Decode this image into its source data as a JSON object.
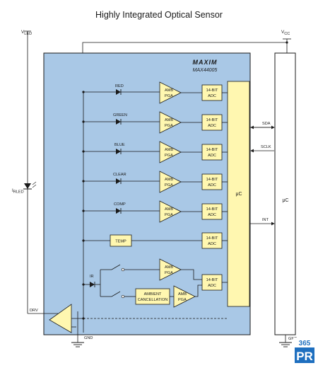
{
  "title": "Highly Integrated Optical Sensor",
  "brand": "MAXIM",
  "part_number": "MAX44005",
  "power": {
    "vled": "V",
    "vled_sub": "LED",
    "vcc": "V",
    "vcc_sub": "CC",
    "iled": "I",
    "iled_sub": "RLED"
  },
  "channels": [
    {
      "name": "RED"
    },
    {
      "name": "GREEN"
    },
    {
      "name": "BLUE"
    },
    {
      "name": "CLEAR"
    },
    {
      "name": "COMP"
    }
  ],
  "amp_label_1": "AMB",
  "amp_label_2": "PGA",
  "adc_label_1": "14-BIT",
  "adc_label_2": "ADC",
  "temp": "TEMP",
  "ir": "IR",
  "ambient_cancel_1": "AMBIENT",
  "ambient_cancel_2": "CANCELLATION",
  "processor": "μC",
  "host": "μC",
  "signals": {
    "sda": "SDA",
    "sclk": "SCLK",
    "int": "INT"
  },
  "drv": "DRV",
  "gnd_left": "GND",
  "gnd_right": "GND",
  "watermark": {
    "line1": "365",
    "line2": "PR"
  },
  "colors": {
    "chip_fill": "#a9c8e6",
    "amp_fill": "#fff7b0",
    "adc_fill": "#fff7b0",
    "uc_fill": "#fff7b0",
    "wire": "#1a1a1a",
    "watermark": "#1e6fbf"
  }
}
